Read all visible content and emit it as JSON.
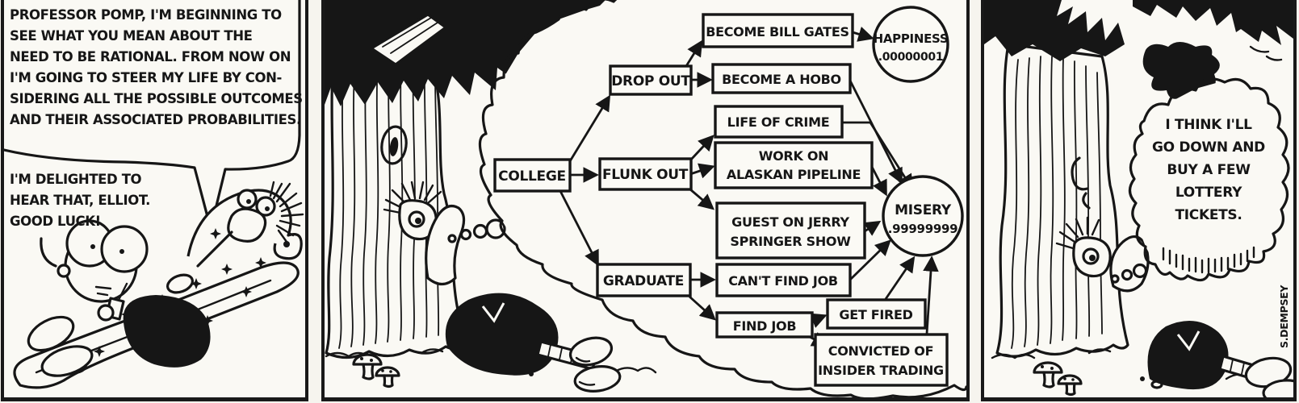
{
  "strip": {
    "signature": "S.DEMPSEY",
    "ink_color": "#161616",
    "paper_color": "#faf9f4"
  },
  "panel1": {
    "speech_elliot": {
      "lines": [
        "PROFESSOR POMP, I'M BEGINNING TO",
        "SEE WHAT YOU MEAN ABOUT THE",
        "NEED TO BE RATIONAL. FROM NOW ON",
        "I'M GOING TO STEER MY LIFE BY CON-",
        "SIDERING ALL THE POSSIBLE OUTCOMES",
        "AND THEIR ASSOCIATED PROBABILITIES."
      ]
    },
    "speech_professor": {
      "lines": [
        "I'M DELIGHTED TO",
        "HEAR THAT, ELLIOT.",
        "GOOD LUCK!"
      ]
    }
  },
  "panel2": {
    "flowchart": {
      "nodes": {
        "college": {
          "label": "COLLEGE"
        },
        "drop_out": {
          "label": "DROP OUT"
        },
        "flunk_out": {
          "label": "FLUNK OUT"
        },
        "graduate": {
          "label": "GRADUATE"
        },
        "bill_gates": {
          "label": "BECOME BILL GATES"
        },
        "hobo": {
          "label": "BECOME A HOBO"
        },
        "crime": {
          "label": "LIFE OF CRIME"
        },
        "pipeline": {
          "lines": [
            "WORK ON",
            "ALASKAN PIPELINE"
          ]
        },
        "springer": {
          "lines": [
            "GUEST ON JERRY",
            "SPRINGER SHOW"
          ]
        },
        "cant_find_job": {
          "label": "CAN'T FIND JOB"
        },
        "find_job": {
          "label": "FIND JOB"
        },
        "get_fired": {
          "label": "GET FIRED"
        },
        "insider": {
          "lines": [
            "CONVICTED OF",
            "INSIDER TRADING"
          ]
        },
        "happiness": {
          "label": "HAPPINESS",
          "probability": ".00000001"
        },
        "misery": {
          "label": "MISERY",
          "probability": ".99999999"
        }
      },
      "edges": [
        {
          "from": "COLLEGE",
          "to": "DROP OUT"
        },
        {
          "from": "COLLEGE",
          "to": "FLUNK OUT"
        },
        {
          "from": "COLLEGE",
          "to": "GRADUATE"
        },
        {
          "from": "DROP OUT",
          "to": "BECOME BILL GATES"
        },
        {
          "from": "DROP OUT",
          "to": "BECOME A HOBO"
        },
        {
          "from": "BECOME BILL GATES",
          "to": "HAPPINESS"
        },
        {
          "from": "BECOME A HOBO",
          "to": "MISERY"
        },
        {
          "from": "FLUNK OUT",
          "to": "LIFE OF CRIME"
        },
        {
          "from": "FLUNK OUT",
          "to": "WORK ON ALASKAN PIPELINE"
        },
        {
          "from": "FLUNK OUT",
          "to": "GUEST ON JERRY SPRINGER SHOW"
        },
        {
          "from": "LIFE OF CRIME",
          "to": "MISERY"
        },
        {
          "from": "WORK ON ALASKAN PIPELINE",
          "to": "MISERY"
        },
        {
          "from": "GUEST ON JERRY SPRINGER SHOW",
          "to": "MISERY"
        },
        {
          "from": "GRADUATE",
          "to": "CAN'T FIND JOB"
        },
        {
          "from": "GRADUATE",
          "to": "FIND JOB"
        },
        {
          "from": "CAN'T FIND JOB",
          "to": "MISERY"
        },
        {
          "from": "FIND JOB",
          "to": "GET FIRED"
        },
        {
          "from": "FIND JOB",
          "to": "CONVICTED OF INSIDER TRADING"
        },
        {
          "from": "GET FIRED",
          "to": "MISERY"
        },
        {
          "from": "CONVICTED OF INSIDER TRADING",
          "to": "MISERY"
        }
      ]
    }
  },
  "panel3": {
    "thought": {
      "lines": [
        "I THINK I'LL",
        "GO DOWN AND",
        "BUY A FEW",
        "LOTTERY",
        "TICKETS."
      ]
    }
  }
}
